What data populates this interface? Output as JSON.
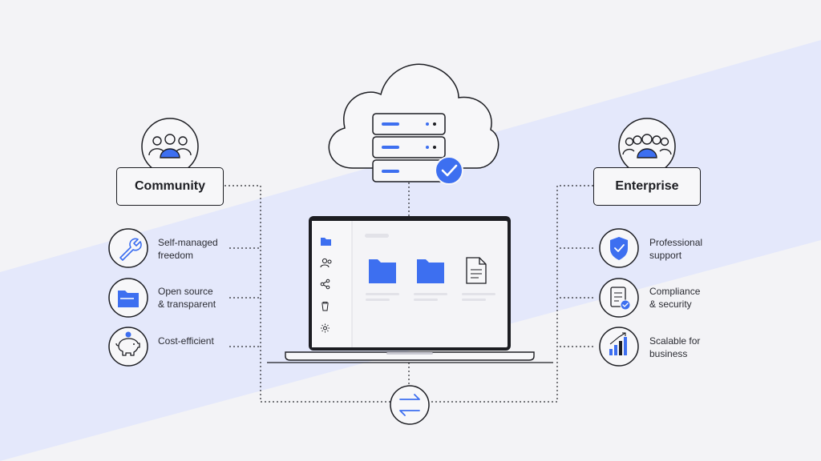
{
  "colors": {
    "accent": "#3d6ff0",
    "ink": "#1c1d22",
    "band": "#e3e7fb",
    "background": "#f3f3f6"
  },
  "community": {
    "title": "Community",
    "icon": "users-group-icon",
    "features": [
      {
        "line1": "Self-managed",
        "line2": "freedom",
        "icon": "wrench-icon"
      },
      {
        "line1": "Open source",
        "line2": "& transparent",
        "icon": "folder-icon"
      },
      {
        "line1": "Cost-efficient",
        "line2": "",
        "icon": "piggy-bank-icon"
      }
    ]
  },
  "enterprise": {
    "title": "Enterprise",
    "icon": "users-group-icon",
    "features": [
      {
        "line1": "Professional",
        "line2": "support",
        "icon": "shield-check-icon"
      },
      {
        "line1": "Compliance",
        "line2": "& security",
        "icon": "compliance-document-icon"
      },
      {
        "line1": "Scalable for",
        "line2": "business",
        "icon": "bar-chart-growth-icon"
      }
    ]
  },
  "center": {
    "cloud_icon": "cloud-server-icon",
    "laptop_icon": "laptop-file-manager-icon",
    "sync_icon": "sync-arrows-icon"
  }
}
